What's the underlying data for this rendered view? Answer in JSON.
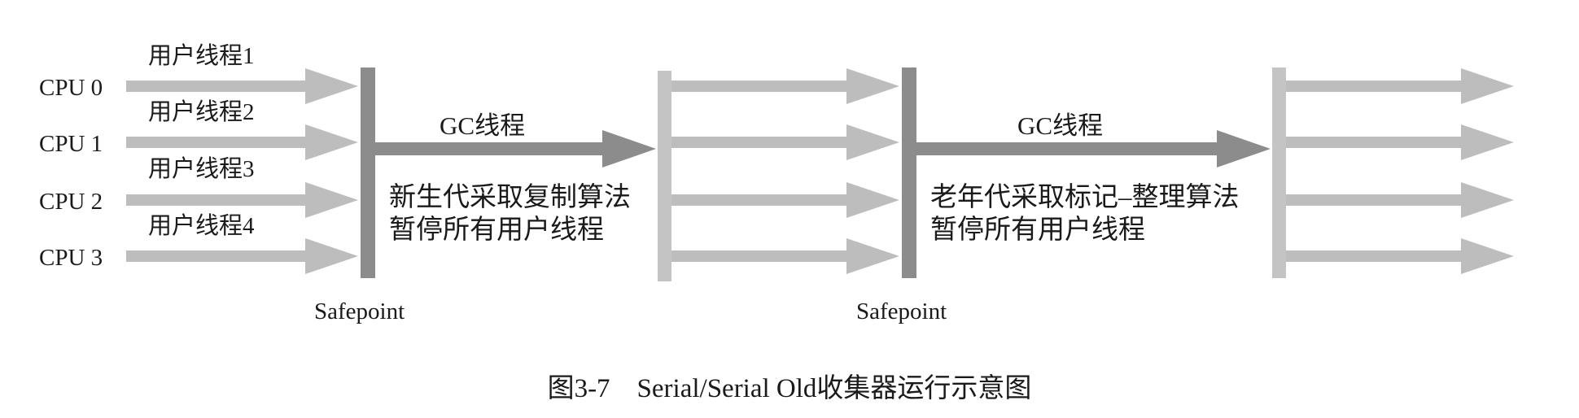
{
  "colors": {
    "background": "#ffffff",
    "user_arrow": "#bdbdbd",
    "gc_arrow": "#8c8c8c",
    "safepoint_bar": "#8c8c8c",
    "resume_bar": "#c4c4c4",
    "text": "#1a1a1a"
  },
  "cpus": [
    {
      "label": "CPU 0",
      "thread": "用户线程1"
    },
    {
      "label": "CPU 1",
      "thread": "用户线程2"
    },
    {
      "label": "CPU 2",
      "thread": "用户线程3"
    },
    {
      "label": "CPU 3",
      "thread": "用户线程4"
    }
  ],
  "gc_phases": [
    {
      "label": "GC线程",
      "line1": "新生代采取复制算法",
      "line2": "暂停所有用户线程",
      "safepoint": "Safepoint"
    },
    {
      "label": "GC线程",
      "line1": "老年代采取标记–整理算法",
      "line2": "暂停所有用户线程",
      "safepoint": "Safepoint"
    }
  ],
  "caption": "图3-7　Serial/Serial Old收集器运行示意图"
}
